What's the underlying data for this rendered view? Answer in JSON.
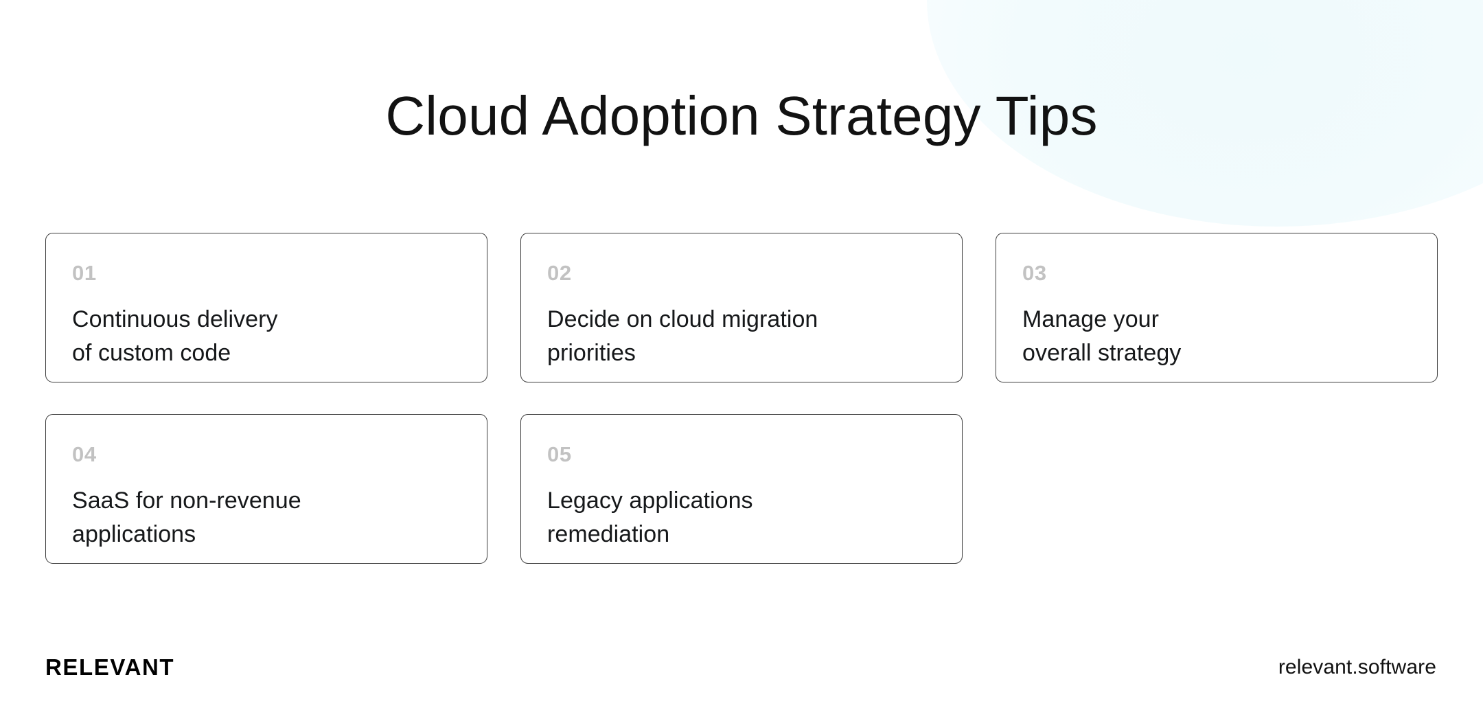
{
  "slide": {
    "title": "Cloud Adoption Strategy Tips",
    "background_color": "#ffffff",
    "accent_blob_color": "#f2fbfd"
  },
  "cards": [
    {
      "number": "01",
      "text": "Continuous delivery\nof custom code",
      "number_color": "#c2c2c2",
      "text_color": "#16181a",
      "border_color": "#3a3a3a"
    },
    {
      "number": "02",
      "text": "Decide on cloud migration\npriorities",
      "number_color": "#c2c2c2",
      "text_color": "#16181a",
      "border_color": "#3a3a3a"
    },
    {
      "number": "03",
      "text": "Manage your\noverall strategy",
      "number_color": "#c2c2c2",
      "text_color": "#16181a",
      "border_color": "#3a3a3a"
    },
    {
      "number": "04",
      "text": "SaaS for non-revenue\napplications",
      "number_color": "#c2c2c2",
      "text_color": "#16181a",
      "border_color": "#3a3a3a"
    },
    {
      "number": "05",
      "text": "Legacy applications\nremediation",
      "number_color": "#c2c2c2",
      "text_color": "#16181a",
      "border_color": "#3a3a3a"
    }
  ],
  "footer": {
    "brand": "RELEVANT",
    "url": "relevant.software"
  }
}
